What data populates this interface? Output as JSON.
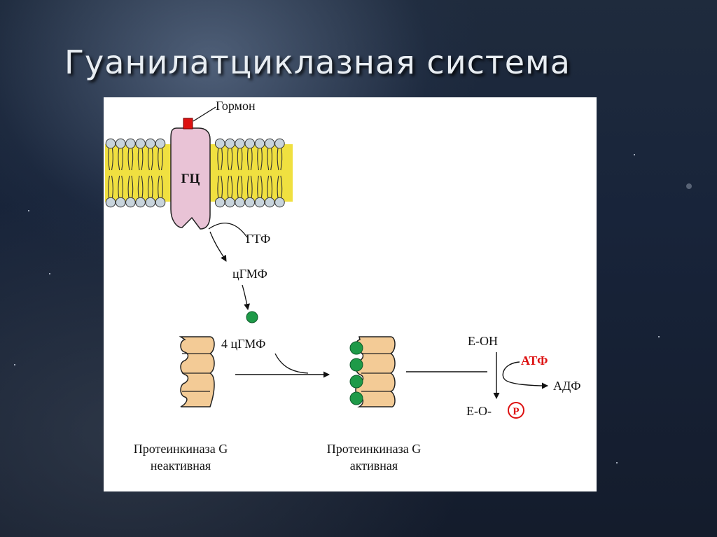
{
  "slide": {
    "title": "Гуанилатциклазная система"
  },
  "diagram": {
    "hormone_label": "Гормон",
    "enzyme_label": "ГЦ",
    "gtp_label": "ГТФ",
    "cgmp_label": "цГМФ",
    "cgmp_x4_label": "4 цГМФ",
    "enzyme_oh_label": "E-OH",
    "atp_label": "АТФ",
    "adp_label": "АДФ",
    "phospho_prefix": "E-O-",
    "phosphate_label": "P",
    "inactive_kinase": {
      "line1": "Протеинкиназа G",
      "line2": "неактивная"
    },
    "active_kinase": {
      "line1": "Протеинкиназа G",
      "line2": "активная"
    }
  },
  "colors": {
    "membrane_tails": "#f0e040",
    "lipid_head": "#c8d4dc",
    "receptor": "#e9c3d6",
    "hormone": "#dd1111",
    "cgmp_dot": "#1e9a48",
    "kinase": "#f3cb96",
    "atp": "#dd1111"
  }
}
